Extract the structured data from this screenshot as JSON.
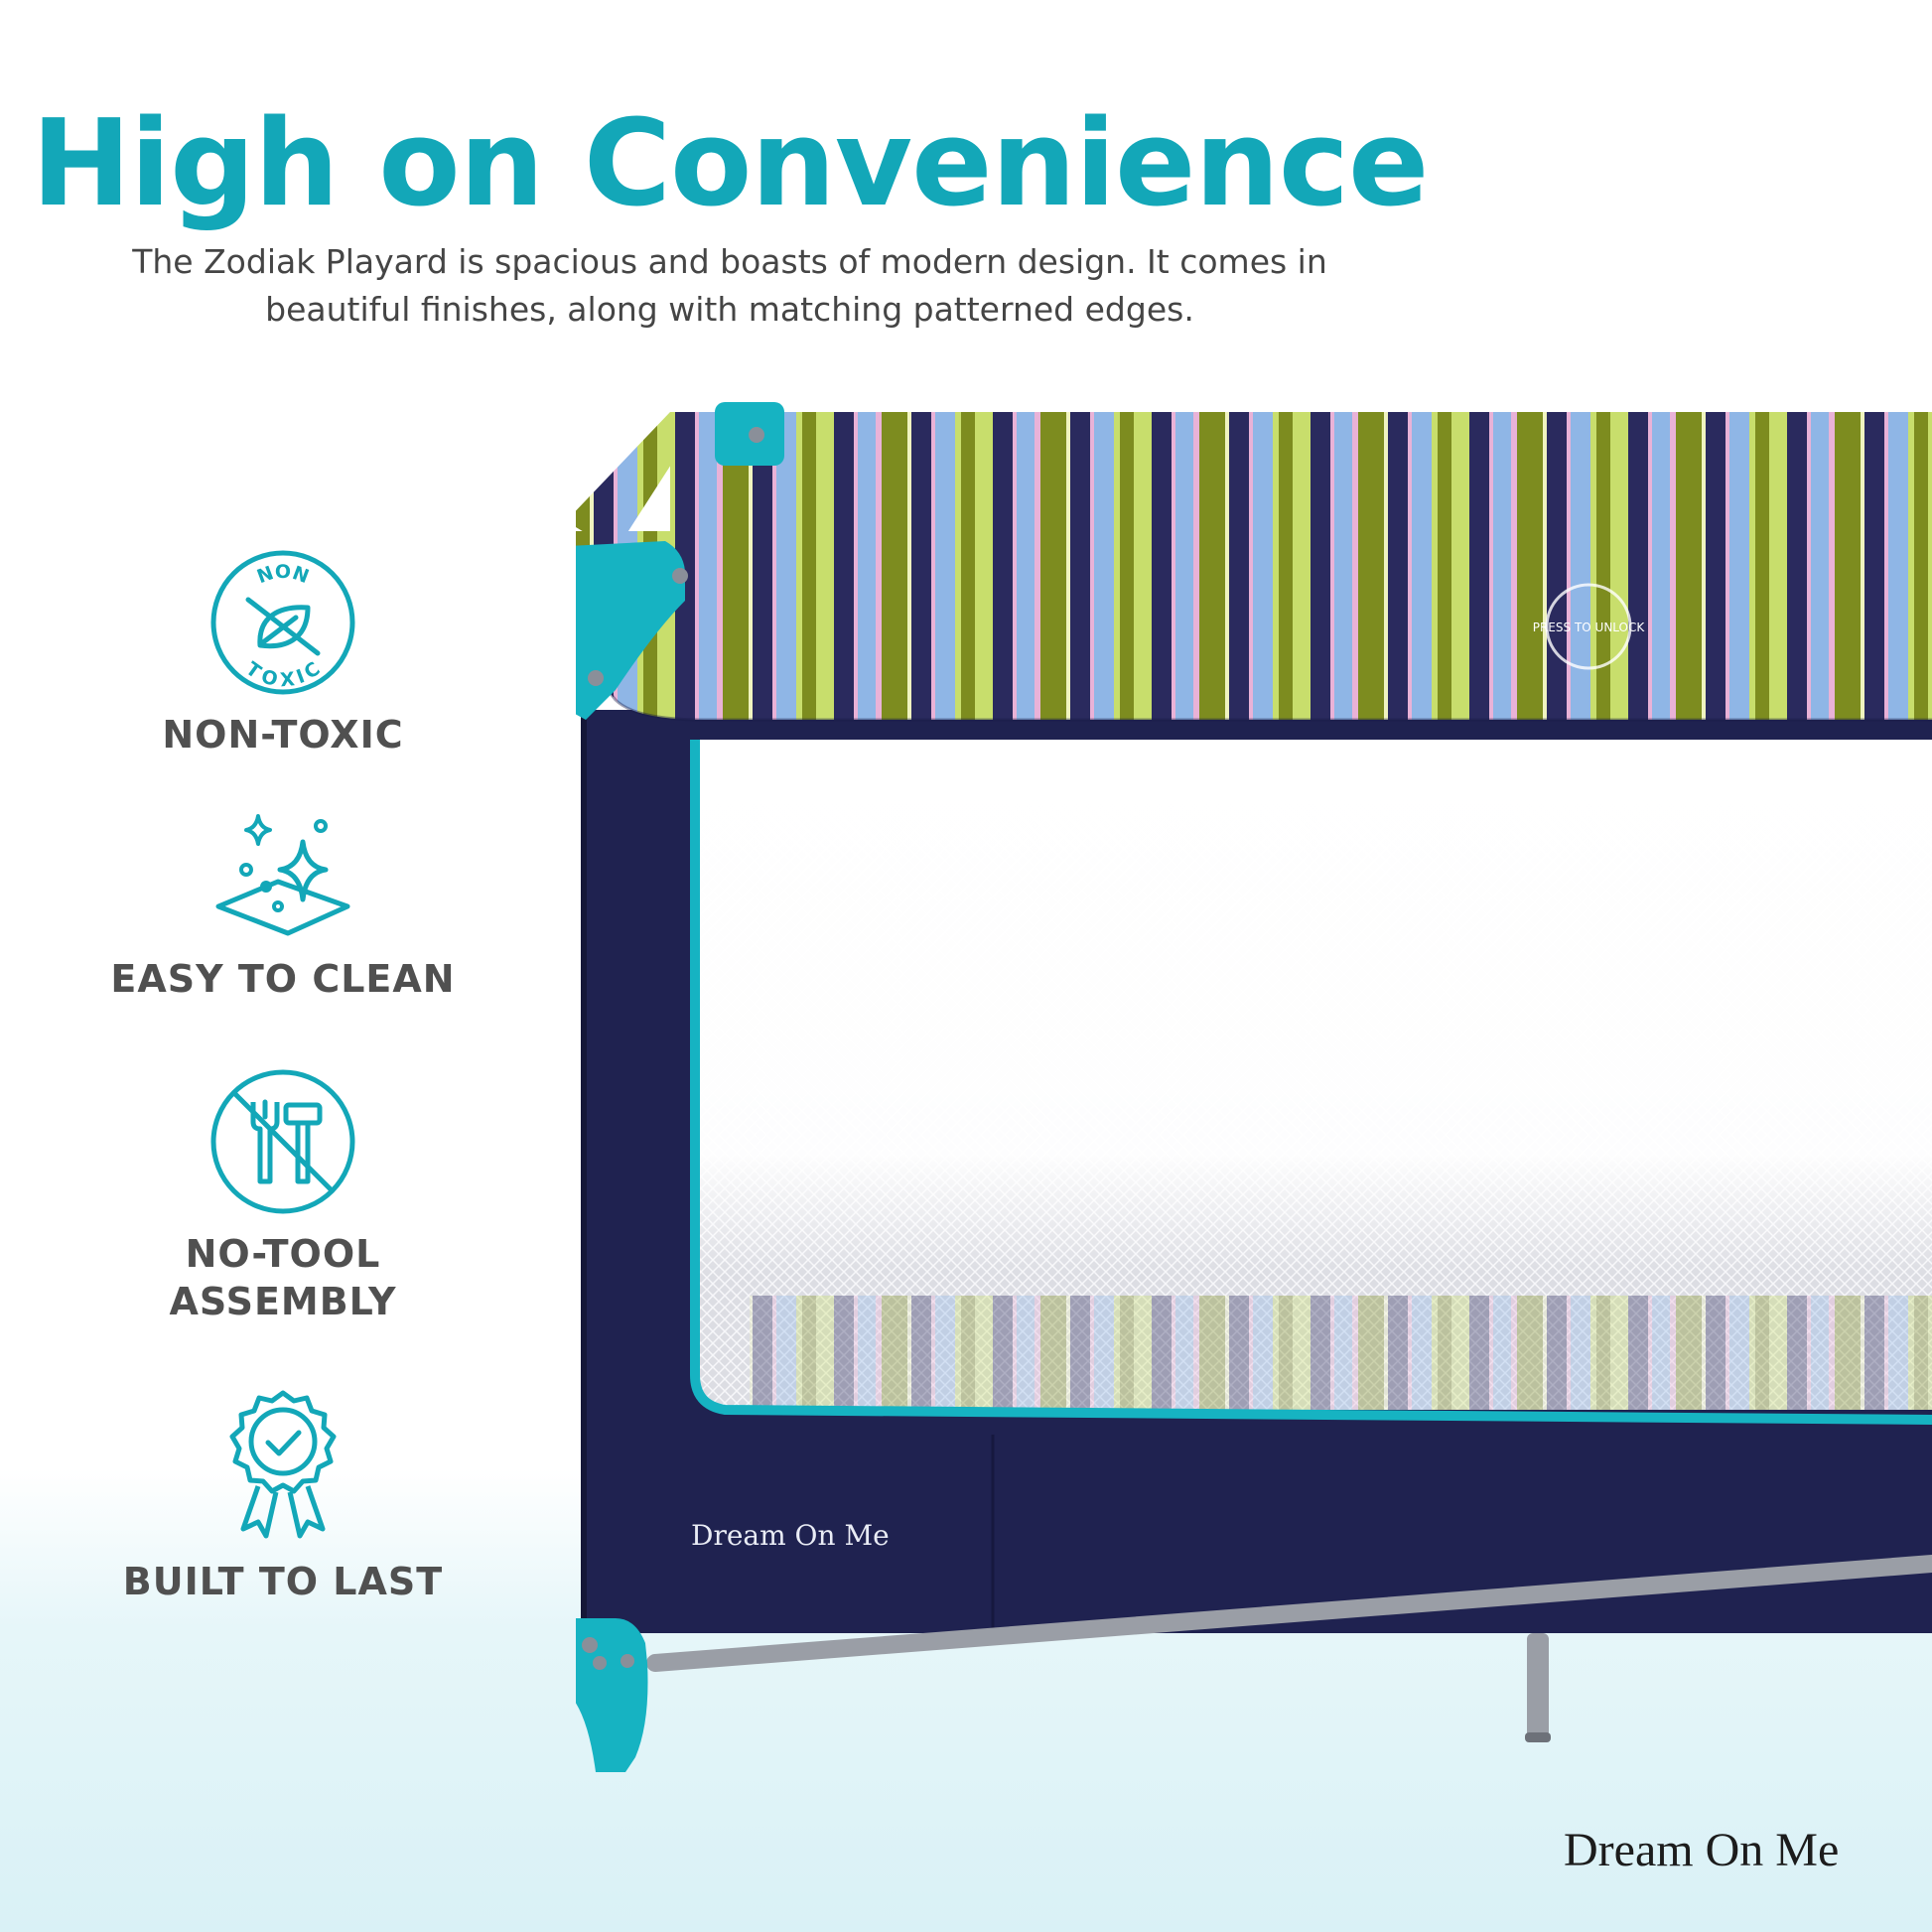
{
  "headline": "High on Convenience",
  "subtitle": "The Zodiak Playard is spacious and boasts of modern design. It comes in beautiful finishes, along with matching patterned edges.",
  "features": [
    {
      "icon": "non-toxic-leaf-icon",
      "badge_top": "NON",
      "badge_bottom": "TOXIC",
      "label": "NON-TOXIC"
    },
    {
      "icon": "sparkle-surface-icon",
      "label": "EASY TO CLEAN"
    },
    {
      "icon": "no-tools-icon",
      "label": "NO-TOOL\nASSEMBLY"
    },
    {
      "icon": "award-ribbon-icon",
      "label": "BUILT TO LAST"
    }
  ],
  "product": {
    "brand_on_fabric": "Dream On Me",
    "press_to_unlock": "PRESS TO UNLOCK"
  },
  "brand_logo": "Dream On Me",
  "colors": {
    "accent": "#13a7b8",
    "label_gray": "#505050",
    "navy": "#1f2250",
    "teal_frame": "#16b3c2",
    "stripe_green": "#7d8c1f",
    "stripe_lime": "#c8de6c",
    "stripe_blue": "#8fb6e6",
    "stripe_pink": "#e9b2d7"
  }
}
